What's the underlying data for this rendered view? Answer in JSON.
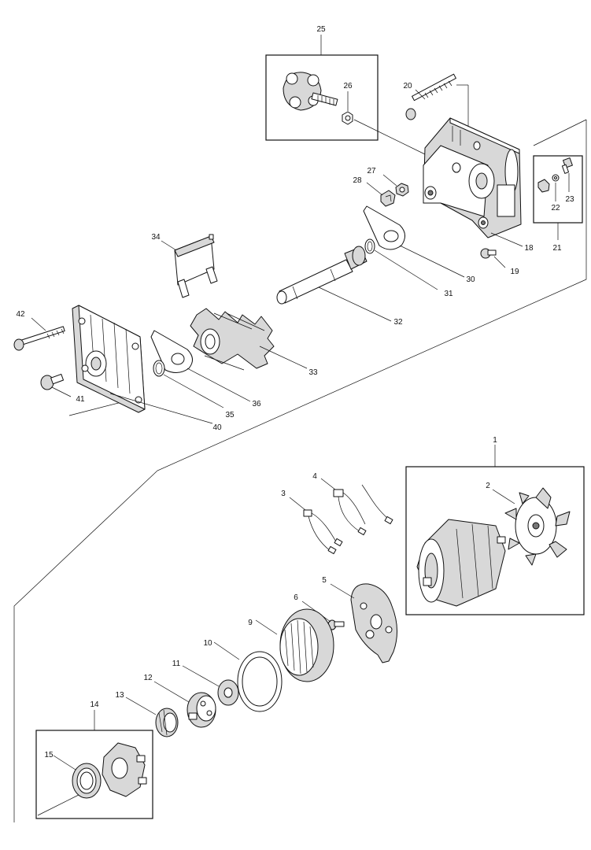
{
  "diagram": {
    "labels": {
      "p1": "1",
      "p2": "2",
      "p3": "3",
      "p4": "4",
      "p5": "5",
      "p6": "6",
      "p9": "9",
      "p10": "10",
      "p11": "11",
      "p12": "12",
      "p13": "13",
      "p14": "14",
      "p15": "15",
      "p18": "18",
      "p19": "19",
      "p20": "20",
      "p21": "21",
      "p22": "22",
      "p23": "23",
      "p25": "25",
      "p26": "26",
      "p27": "27",
      "p28": "28",
      "p30": "30",
      "p31": "31",
      "p32": "32",
      "p33": "33",
      "p34": "34",
      "p35": "35",
      "p36": "36",
      "p40": "40",
      "p41": "41",
      "p42": "42"
    }
  }
}
